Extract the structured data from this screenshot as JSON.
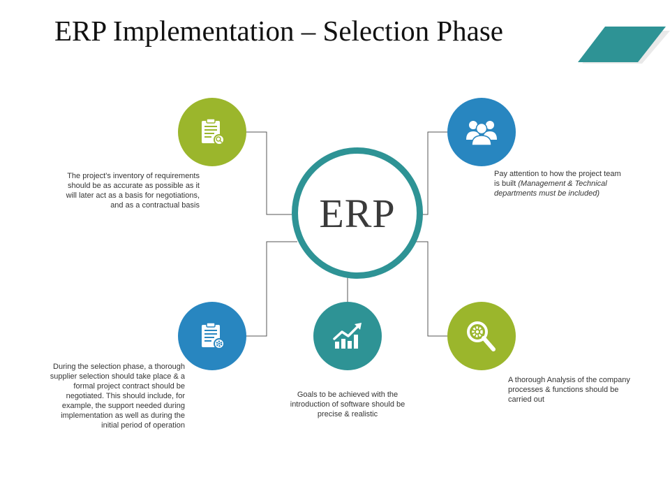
{
  "title": "ERP Implementation – Selection Phase",
  "hub": {
    "label": "ERP"
  },
  "nodes": [
    {
      "id": "requirements",
      "color": "#9bb62c",
      "icon": "clipboard-search-icon",
      "text": "The project's inventory of requirements should be as accurate as possible as it will later act as a basis for negotiations, and as a contractual basis",
      "text_emphasis": ""
    },
    {
      "id": "team",
      "color": "#2886c0",
      "icon": "team-icon",
      "text": "Pay attention to how the project team is built ",
      "text_emphasis": "(Management & Technical departments must be included)"
    },
    {
      "id": "supplier",
      "color": "#2886c0",
      "icon": "clipboard-gear-icon",
      "text": "During the selection phase, a thorough supplier selection should take place & a formal project contract should be negotiated. This should include, for example, the support needed during implementation as well as during the initial period of operation",
      "text_emphasis": ""
    },
    {
      "id": "goals",
      "color": "#2e9395",
      "icon": "growth-chart-icon",
      "text": "Goals to be achieved with the introduction of software should be precise & realistic",
      "text_emphasis": ""
    },
    {
      "id": "analysis",
      "color": "#9bb62c",
      "icon": "magnifier-gear-icon",
      "text": "A thorough Analysis of the company processes & functions should be carried out",
      "text_emphasis": ""
    }
  ],
  "colors": {
    "teal": "#2e9395",
    "green": "#9bb62c",
    "blue": "#2886c0",
    "connector": "#555555"
  }
}
